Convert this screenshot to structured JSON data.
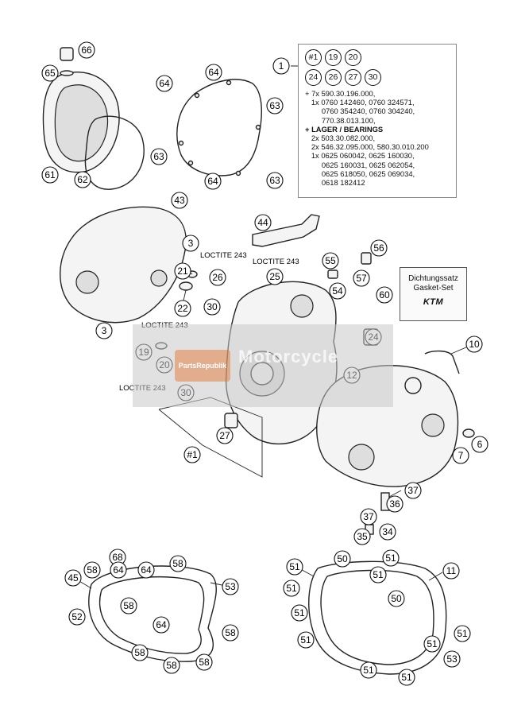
{
  "callouts": [
    {
      "label": "66"
    },
    {
      "label": "65"
    },
    {
      "label": "61"
    },
    {
      "label": "62"
    },
    {
      "label": "64"
    },
    {
      "label": "64"
    },
    {
      "label": "63"
    },
    {
      "label": "63"
    },
    {
      "label": "64"
    },
    {
      "label": "63"
    },
    {
      "label": "1"
    },
    {
      "label": "43"
    },
    {
      "label": "3"
    },
    {
      "label": "21"
    },
    {
      "label": "22"
    },
    {
      "label": "3"
    },
    {
      "label": "30"
    },
    {
      "label": "44"
    },
    {
      "label": "26"
    },
    {
      "label": "25"
    },
    {
      "label": "55"
    },
    {
      "label": "56"
    },
    {
      "label": "57"
    },
    {
      "label": "54"
    },
    {
      "label": "60"
    },
    {
      "label": "24"
    },
    {
      "label": "10"
    },
    {
      "label": "19"
    },
    {
      "label": "20"
    },
    {
      "label": "30"
    },
    {
      "label": "12"
    },
    {
      "label": "27"
    },
    {
      "label": "#1"
    },
    {
      "label": "7"
    },
    {
      "label": "6"
    },
    {
      "label": "37"
    },
    {
      "label": "36"
    },
    {
      "label": "37"
    },
    {
      "label": "34"
    },
    {
      "label": "35"
    },
    {
      "label": "68"
    },
    {
      "label": "45"
    },
    {
      "label": "58"
    },
    {
      "label": "64"
    },
    {
      "label": "64"
    },
    {
      "label": "58"
    },
    {
      "label": "53"
    },
    {
      "label": "52"
    },
    {
      "label": "58"
    },
    {
      "label": "64"
    },
    {
      "label": "58"
    },
    {
      "label": "58"
    },
    {
      "label": "58"
    },
    {
      "label": "58"
    },
    {
      "label": "50"
    },
    {
      "label": "51"
    },
    {
      "label": "51"
    },
    {
      "label": "51"
    },
    {
      "label": "11"
    },
    {
      "label": "50"
    },
    {
      "label": "51"
    },
    {
      "label": "51"
    },
    {
      "label": "51"
    },
    {
      "label": "51"
    },
    {
      "label": "51"
    },
    {
      "label": "53"
    },
    {
      "label": "51"
    },
    {
      "label": "51"
    }
  ],
  "loctite_labels": [
    "LOCTITE 243",
    "LOCTITE 243",
    "LOCTITE 243",
    "LOCTITE 243"
  ],
  "info_box": {
    "refs": [
      "#1",
      "19",
      "20",
      "24",
      "26",
      "27",
      "30"
    ],
    "lines": [
      "+ 7x 590.30.196.000,",
      "   1x 0760 142460, 0760 324571,",
      "        0760 354240, 0760 304240,",
      "        770.38.013.100,",
      "+ LAGER / BEARINGS",
      "   2x 503.30.082.000,",
      "   2x 546.32.095.000, 580.30.010.200",
      "   1x 0625 060042, 0625 160030,",
      "        0625 160031, 0625 062054,",
      "        0625 618050, 0625 069034,",
      "        0618 182412"
    ]
  },
  "gasket_set": {
    "line1": "Dichtungssatz",
    "line2": "Gasket-Set",
    "brand": "KTM"
  },
  "watermark": {
    "logo_text": "PartsRepublik",
    "text": "Motorcycle"
  }
}
